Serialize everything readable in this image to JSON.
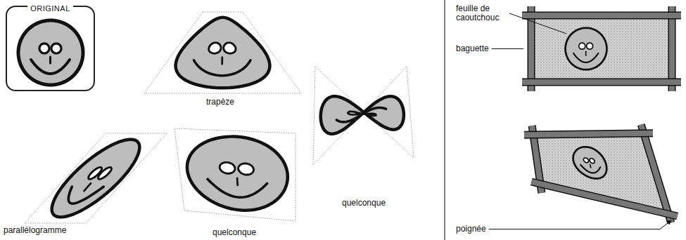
{
  "diagram": {
    "nodes": [
      {
        "text": [
          "ORIGINAL"
        ]
      }
    ],
    "labels": [
      "trapèze",
      "parallélogramme",
      "quelconque",
      "quelconque",
      "feuille de caoutchouc",
      "baguette",
      "poignée"
    ]
  }
}
